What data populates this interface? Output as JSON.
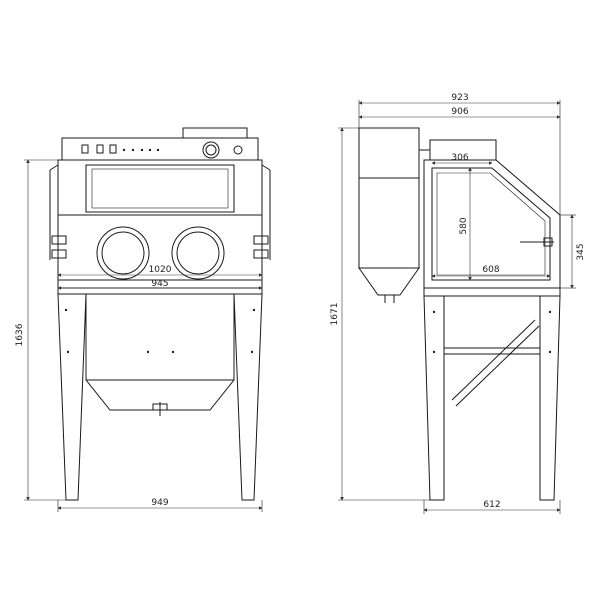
{
  "drawing": {
    "front_view": {
      "dimensions": {
        "total_height": "1636",
        "inner_width": "1020",
        "cabinet_width": "945",
        "base_width": "949"
      }
    },
    "side_view": {
      "dimensions": {
        "overall_depth": "923",
        "cabinet_depth": "906",
        "total_height": "1671",
        "window_top": "306",
        "window_height": "580",
        "window_width": "608",
        "handle_height": "345",
        "base_depth": "612"
      }
    }
  },
  "colors": {
    "line": "#1a1a1a",
    "background": "#ffffff"
  }
}
